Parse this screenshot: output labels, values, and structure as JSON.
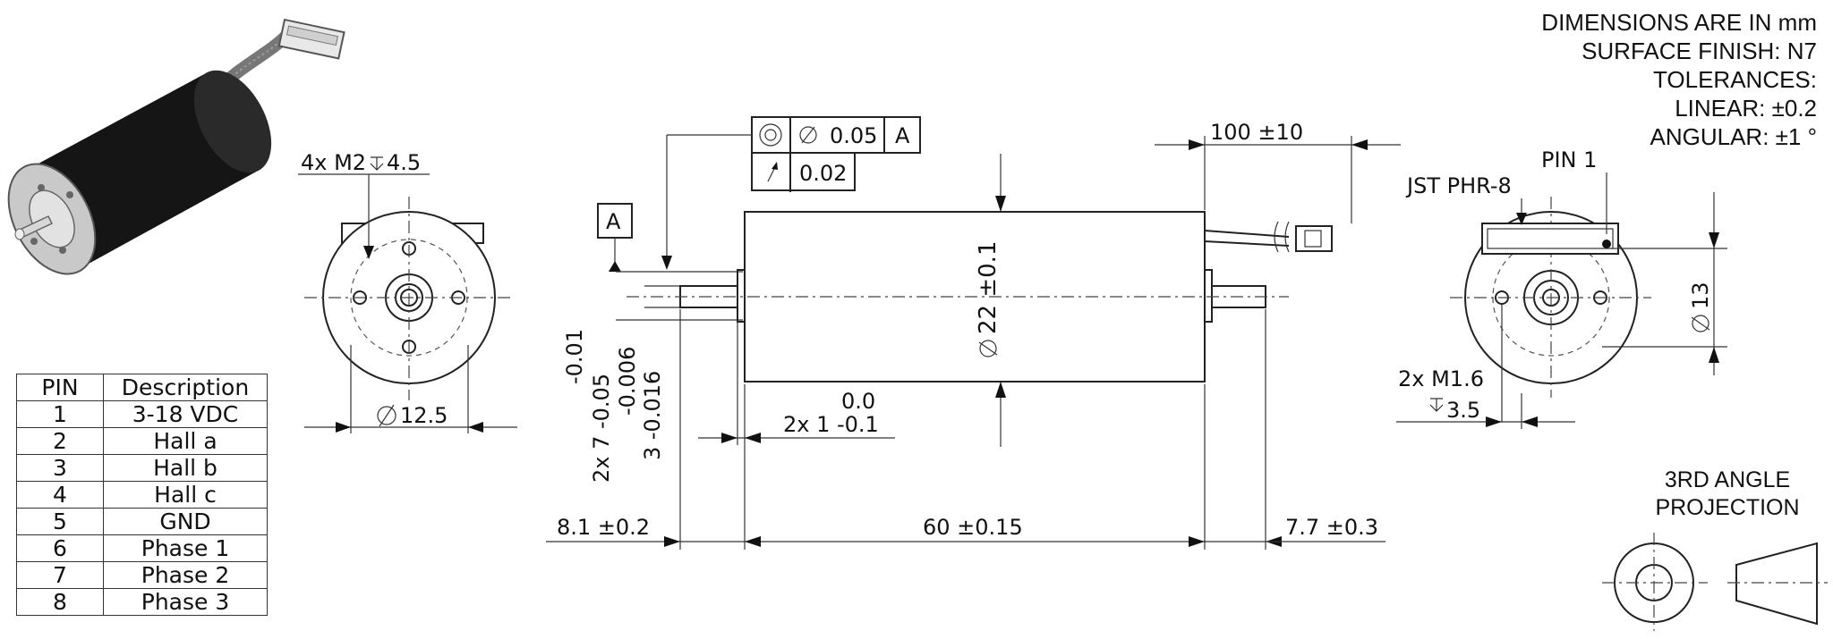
{
  "notes": {
    "line1": "DIMENSIONS ARE IN mm",
    "line2": "SURFACE FINISH: N7",
    "line3": "TOLERANCES:",
    "line4": "LINEAR:  ±0.2",
    "line5": "ANGULAR:  ±1 °"
  },
  "projection": {
    "line1": "3RD ANGLE",
    "line2": "PROJECTION"
  },
  "pin_table": {
    "headers": [
      "PIN",
      "Description"
    ],
    "rows": [
      [
        "1",
        "3-18 VDC"
      ],
      [
        "2",
        "Hall a"
      ],
      [
        "3",
        "Hall b"
      ],
      [
        "4",
        "Hall c"
      ],
      [
        "5",
        "GND"
      ],
      [
        "6",
        "Phase 1"
      ],
      [
        "7",
        "Phase 2"
      ],
      [
        "8",
        "Phase 3"
      ]
    ]
  },
  "front_view": {
    "holes_callout": "4x M2",
    "depth_callout": "4.5",
    "diameter": "12.5"
  },
  "side_view": {
    "datum": "A",
    "gdt_row1_value": "0.05",
    "gdt_row1_datum": "A",
    "gdt_row2_value": "0.02",
    "body_diameter": "22 ±0.1",
    "boss_tol_upper": "-0.01",
    "boss_tol_lower": "2x  7 -0.05",
    "shaft_tol_upper": "-0.006",
    "shaft_tol_lower": "3 -0.016",
    "boss_length_upper": "0.0",
    "boss_length_lower": "2x 1 -0.1",
    "left_shaft_length": "8.1 ±0.2",
    "body_length": "60 ±0.15",
    "right_shaft_length": "7.7 ±0.3",
    "cable_length": "100 ±10"
  },
  "rear_view": {
    "connector": "JST PHR-8",
    "pin1": "PIN 1",
    "holes_callout": "2x M1.6",
    "depth_callout": "3.5",
    "diameter": "13"
  }
}
